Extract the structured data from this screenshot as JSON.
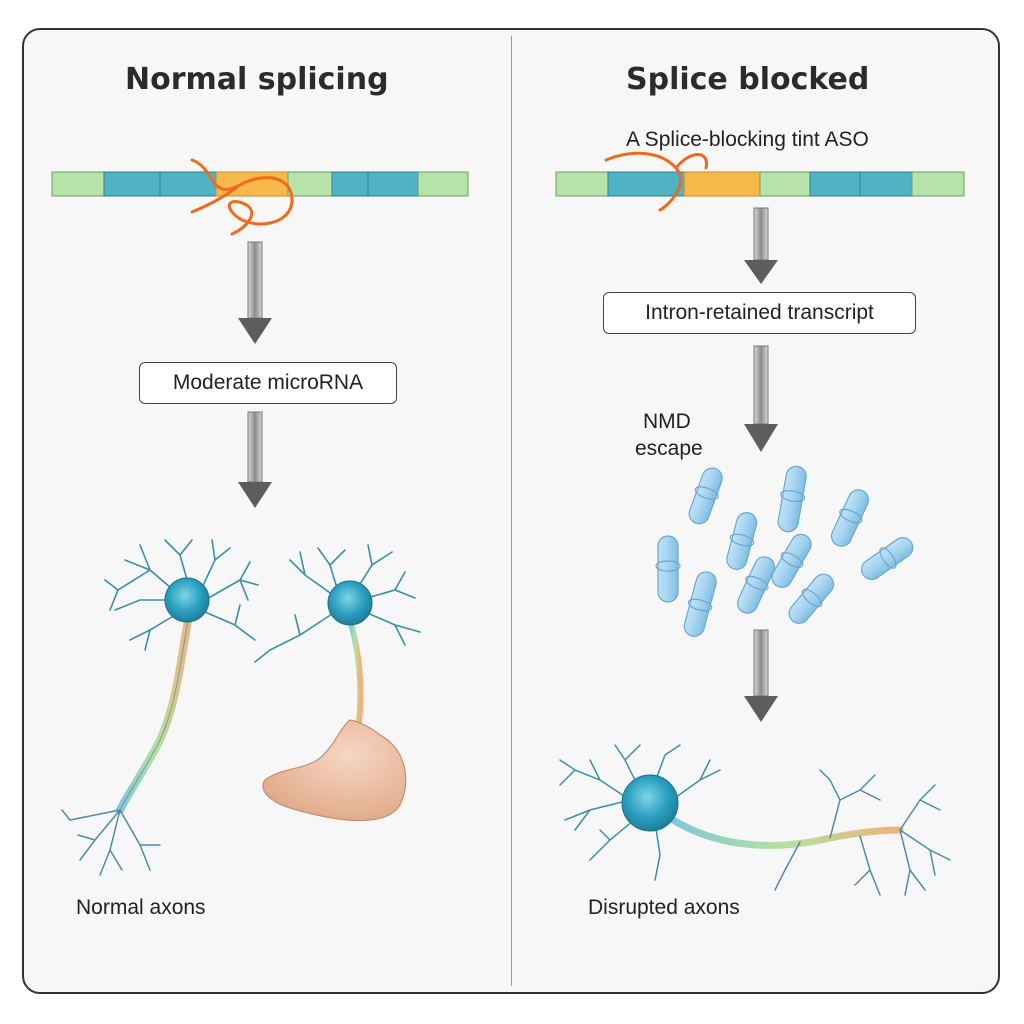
{
  "left_panel": {
    "title": "Normal splicing",
    "box": "Moderate microRNA",
    "caption": "Normal axons"
  },
  "right_panel": {
    "title": "Splice blocked",
    "aso_label": "A Splice-blocking tint ASO",
    "box": "Intron-retained transcript",
    "nmd_line1": "NMD",
    "nmd_line2": "escape",
    "caption": "Disrupted axons"
  },
  "colors": {
    "exon_green": "#b7e3a8",
    "exon_teal": "#4fb3c4",
    "intron_orange": "#f6b84a",
    "aso_orange": "#ee6a1c",
    "neuron_cyan": "#3aa9c4",
    "vesicle_blue": "#9fd0ee",
    "arrow_gray": "#7a7a7a"
  }
}
